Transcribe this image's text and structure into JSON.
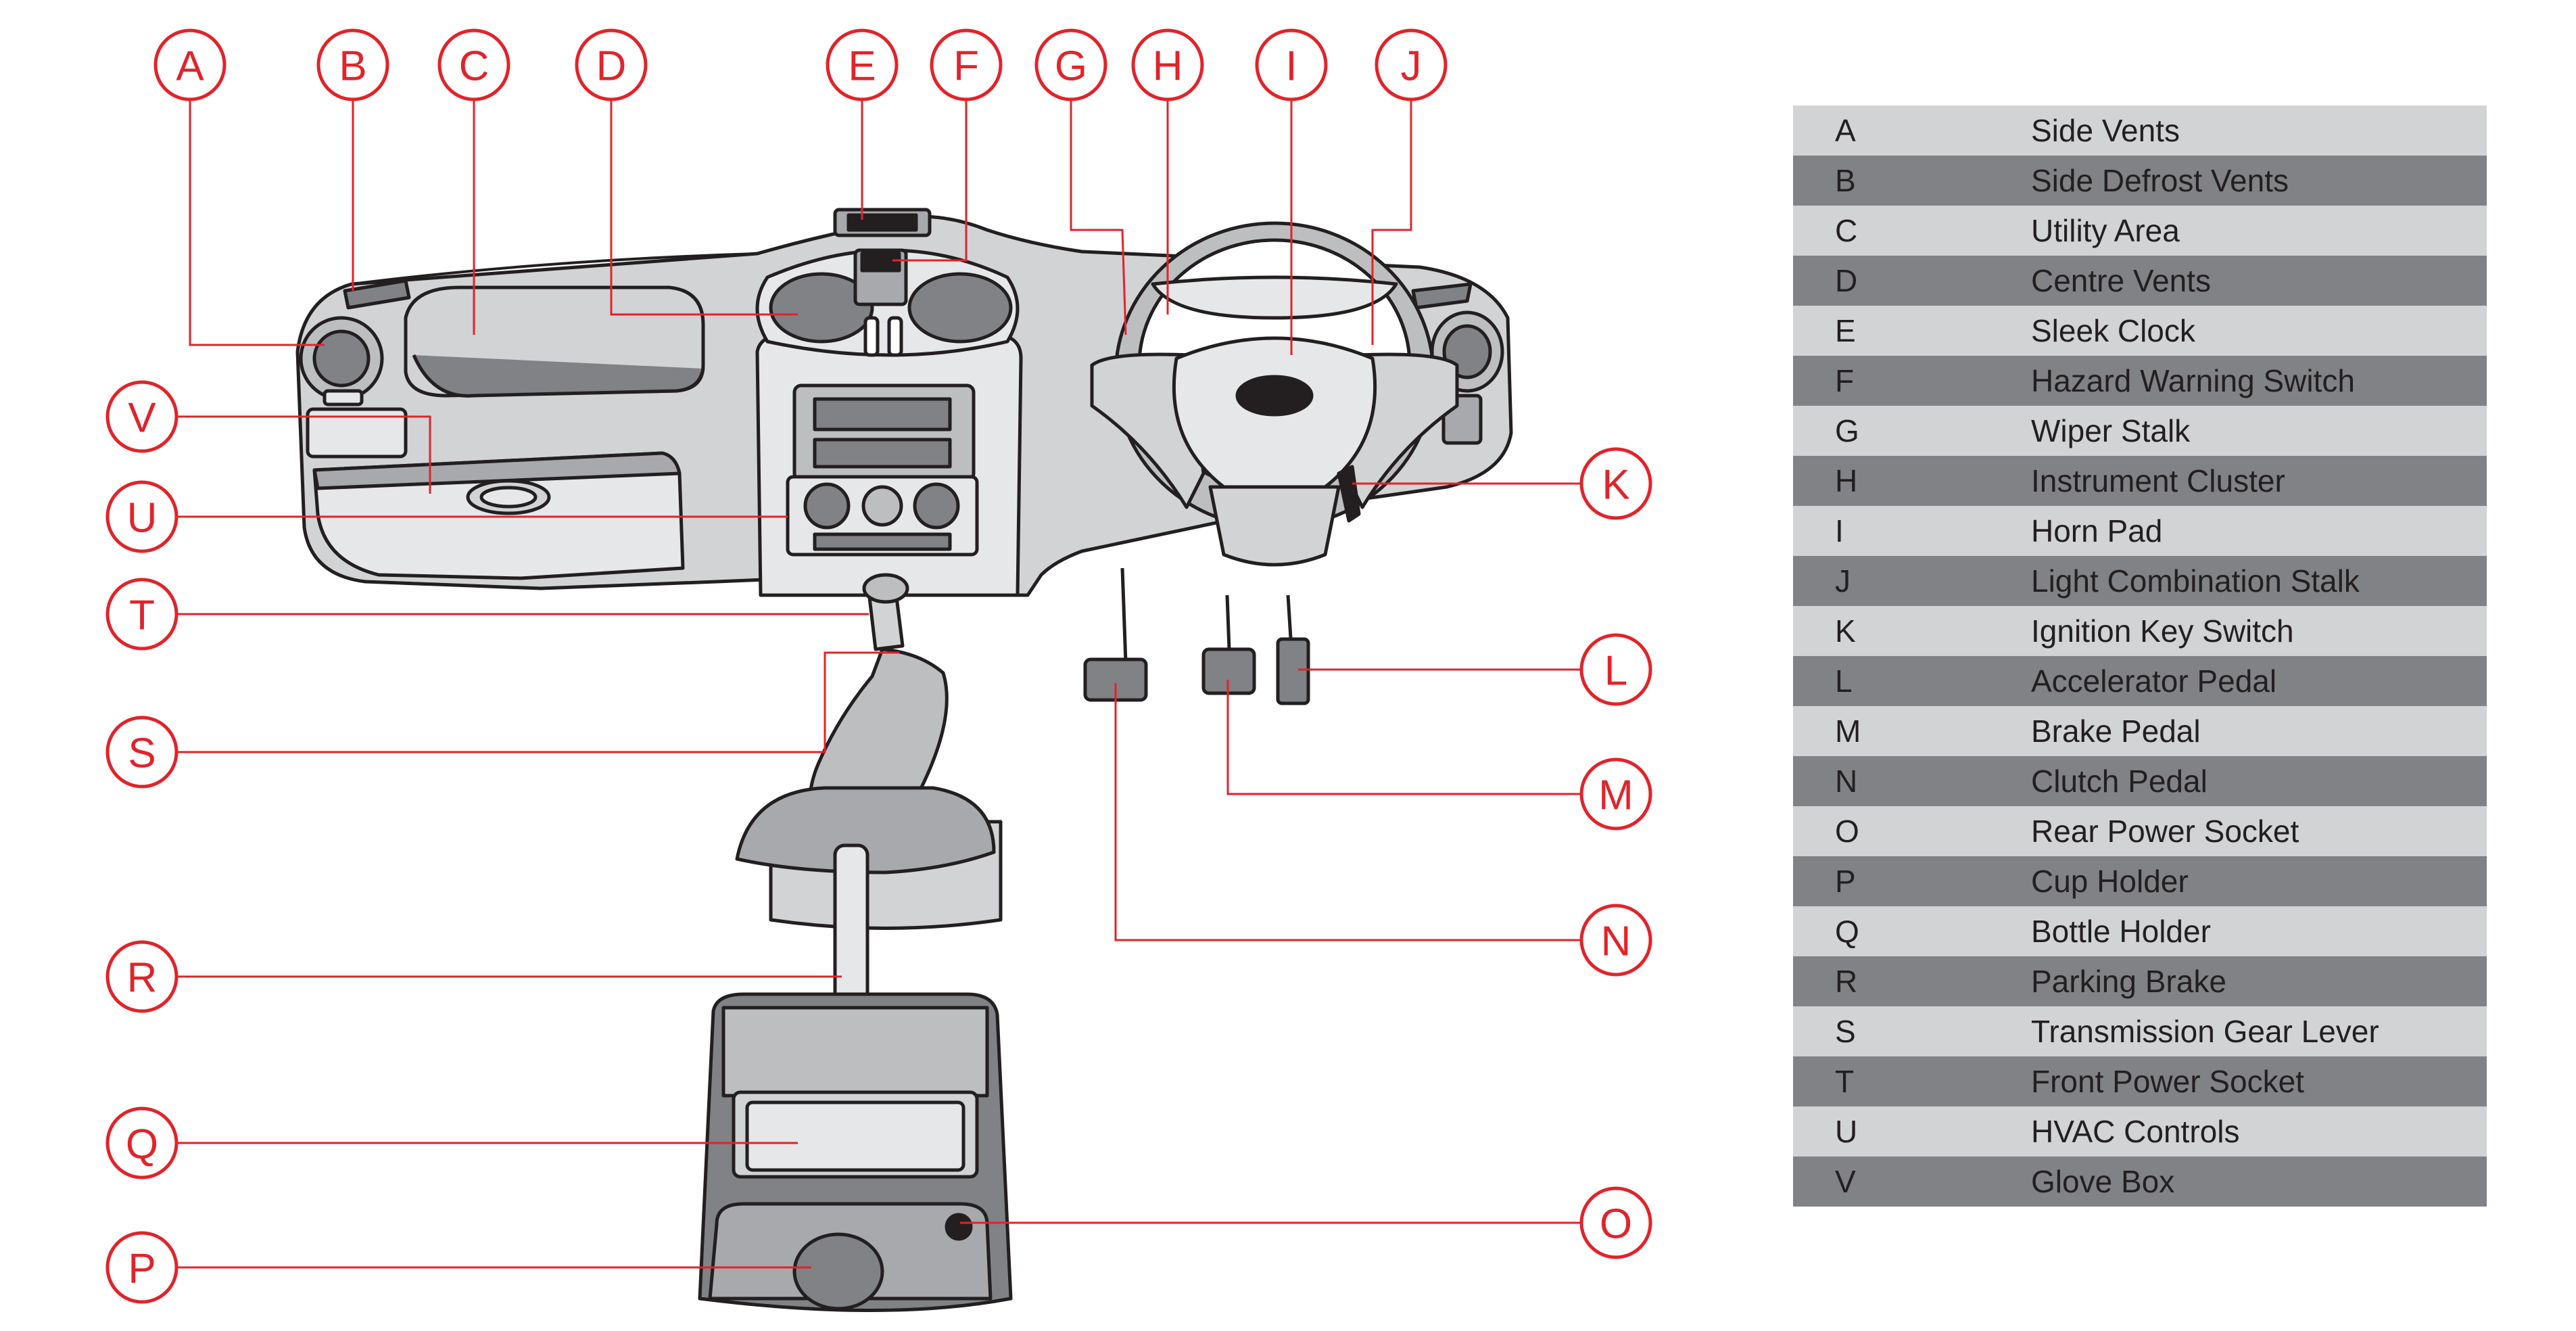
{
  "accent_color": "#e2232a",
  "legend": [
    {
      "letter": "A",
      "label": "Side Vents"
    },
    {
      "letter": "B",
      "label": "Side Defrost Vents"
    },
    {
      "letter": "C",
      "label": "Utility Area"
    },
    {
      "letter": "D",
      "label": "Centre Vents"
    },
    {
      "letter": "E",
      "label": "Sleek Clock"
    },
    {
      "letter": "F",
      "label": "Hazard Warning Switch"
    },
    {
      "letter": "G",
      "label": "Wiper Stalk"
    },
    {
      "letter": "H",
      "label": "Instrument Cluster"
    },
    {
      "letter": "I",
      "label": "Horn Pad"
    },
    {
      "letter": "J",
      "label": "Light Combination Stalk"
    },
    {
      "letter": "K",
      "label": "Ignition Key Switch"
    },
    {
      "letter": "L",
      "label": "Accelerator Pedal"
    },
    {
      "letter": "M",
      "label": "Brake Pedal"
    },
    {
      "letter": "N",
      "label": "Clutch Pedal"
    },
    {
      "letter": "O",
      "label": "Rear Power Socket"
    },
    {
      "letter": "P",
      "label": "Cup Holder"
    },
    {
      "letter": "Q",
      "label": "Bottle Holder"
    },
    {
      "letter": "R",
      "label": "Parking Brake"
    },
    {
      "letter": "S",
      "label": "Transmission Gear Lever"
    },
    {
      "letter": "T",
      "label": "Front Power Socket"
    },
    {
      "letter": "U",
      "label": "HVAC Controls"
    },
    {
      "letter": "V",
      "label": "Glove Box"
    }
  ]
}
